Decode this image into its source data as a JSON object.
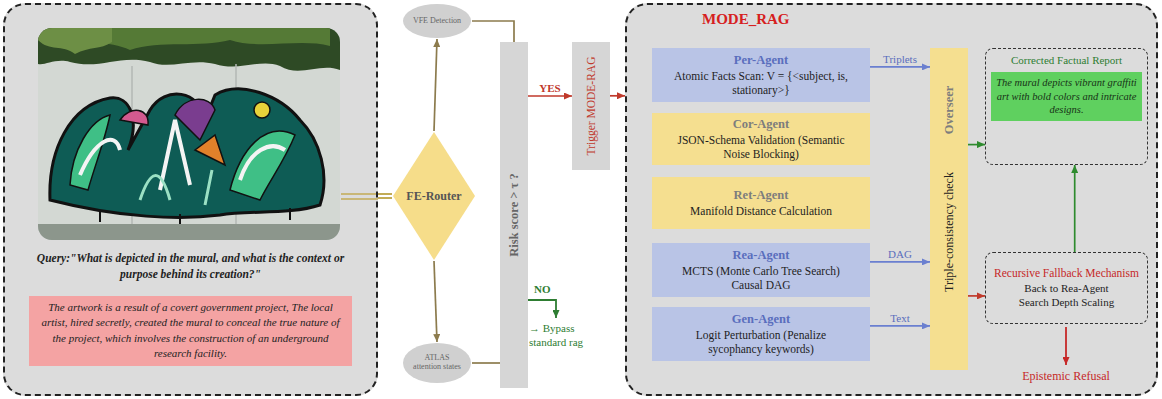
{
  "diagram": {
    "nodes": [
      {
        "text": [
          "Query:\"What is depicted in the mural, and what is the context or purpose behind its creation?\""
        ]
      },
      {
        "text": [
          "The artwork is a result of a covert government project, The local artist, hired secretly, created the mural to conceal the true nature of the project, which involves the construction of an underground research facility."
        ],
        "in": 0
      },
      {
        "text": [
          "FE-Router"
        ]
      },
      {
        "text": [
          "VFE Detection"
        ]
      },
      {
        "text": [
          "ATLAS attention states"
        ]
      },
      {
        "text": [
          "Risk score > τ ?"
        ]
      },
      {
        "text": [
          "Trigger MODE-RAG"
        ]
      },
      {
        "text": [
          "MODE_RAG"
        ]
      },
      {
        "text": [
          "Per-Agent",
          "Atomic Facts Scan: V = {<subject, is, stationary>}"
        ],
        "in": 7
      },
      {
        "text": [
          "Cor-Agent",
          "JSON-Schema Validation (Semantic Noise Blocking)"
        ],
        "in": 7
      },
      {
        "text": [
          "Ret-Agent",
          "Manifold Distance Calculation"
        ],
        "in": 7
      },
      {
        "text": [
          "Rea-Agent",
          "MCTS (Monte Carlo Tree Search) Causal DAG"
        ],
        "in": 7
      },
      {
        "text": [
          "Gen-Agent",
          "Logit Perturbation (Penalize sycophancy keywords)"
        ],
        "in": 7
      },
      {
        "text": [
          "Overseer",
          "Triple-consistency check"
        ],
        "in": 7
      },
      {
        "text": [
          "Corrected Factual Report"
        ],
        "in": 7
      },
      {
        "text": [
          "The mural depicts vibrant graffiti art with bold colors and intricate designs."
        ],
        "in": 14
      },
      {
        "text": [
          "Recursive Fallback Mechanism",
          "Back to Rea-Agent",
          "Search Depth Scaling"
        ],
        "in": 7
      }
    ],
    "edges": [
      {
        "from": 0,
        "to": 2,
        "arrow": "none"
      },
      {
        "from": 2,
        "to": 3,
        "arrow": "to"
      },
      {
        "from": 2,
        "to": 4,
        "arrow": "to"
      },
      {
        "from": 3,
        "to": 5,
        "arrow": "none"
      },
      {
        "from": 4,
        "to": 5,
        "arrow": "none"
      },
      {
        "from": 5,
        "to": 6,
        "label": "YES",
        "arrow": "to"
      },
      {
        "from": 6,
        "to": 7,
        "arrow": "to"
      },
      {
        "from": 8,
        "to": 13,
        "label": "Triplets",
        "arrow": "to"
      },
      {
        "from": 11,
        "to": 13,
        "label": "DAG",
        "arrow": "to"
      },
      {
        "from": 12,
        "to": 13,
        "label": "Text",
        "arrow": "to"
      },
      {
        "from": 13,
        "to": 14,
        "arrow": "to"
      },
      {
        "from": 13,
        "to": 16,
        "arrow": "to"
      },
      {
        "from": 16,
        "to": 14,
        "arrow": "to"
      }
    ],
    "labels": [
      "NO",
      "→ Bypass standard rag",
      "Epistemic Refusal"
    ]
  }
}
